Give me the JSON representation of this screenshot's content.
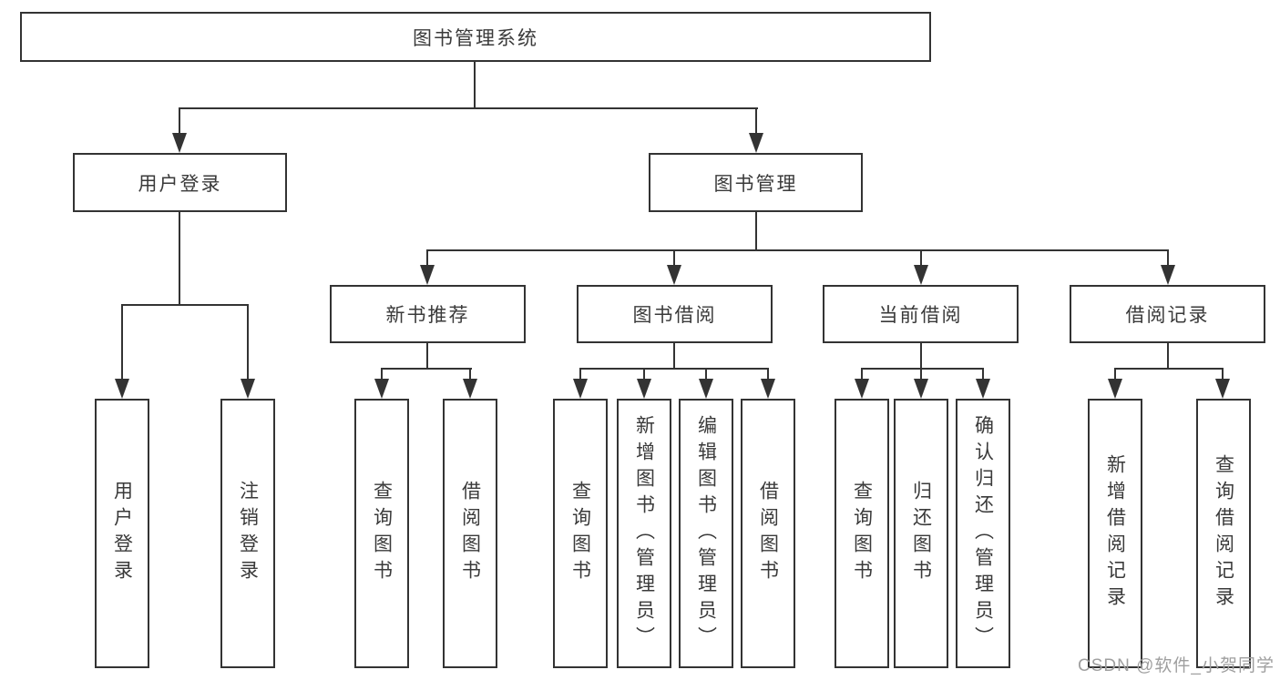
{
  "diagram": {
    "type": "hierarchy",
    "root": {
      "label": "图书管理系统",
      "children": [
        {
          "label": "用户登录",
          "children": [
            {
              "label": "用户登录"
            },
            {
              "label": "注销登录"
            }
          ]
        },
        {
          "label": "图书管理",
          "children": [
            {
              "label": "新书推荐",
              "children": [
                {
                  "label": "查询图书"
                },
                {
                  "label": "借阅图书"
                }
              ]
            },
            {
              "label": "图书借阅",
              "children": [
                {
                  "label": "查询图书"
                },
                {
                  "label": "新增图书（管理员）"
                },
                {
                  "label": "编辑图书（管理员）"
                },
                {
                  "label": "借阅图书"
                }
              ]
            },
            {
              "label": "当前借阅",
              "children": [
                {
                  "label": "查询图书"
                },
                {
                  "label": "归还图书"
                },
                {
                  "label": "确认归还（管理员）"
                }
              ]
            },
            {
              "label": "借阅记录",
              "children": [
                {
                  "label": "新增借阅记录"
                },
                {
                  "label": "查询借阅记录"
                }
              ]
            }
          ]
        }
      ]
    },
    "colors": {
      "line": "#333333",
      "text": "#3a3a3a",
      "box_fill": "#ffffff",
      "watermark": "#9f9f9f"
    }
  },
  "watermark": {
    "text": "CSDN @软件_小贺同学"
  }
}
